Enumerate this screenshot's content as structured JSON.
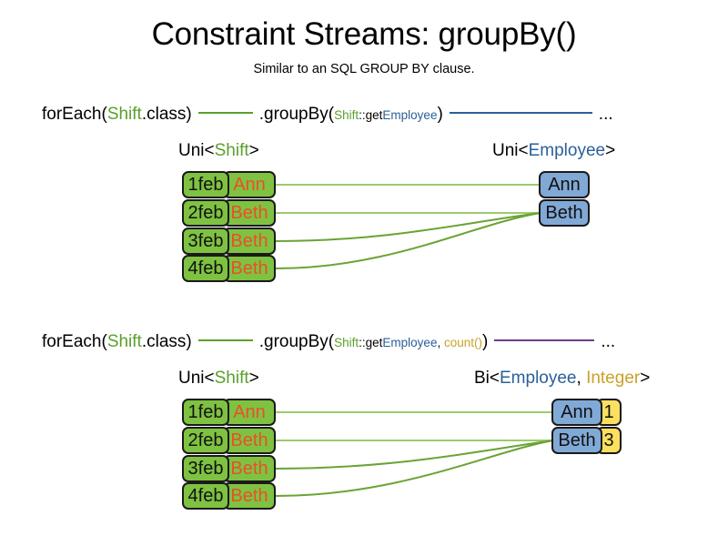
{
  "header": {
    "title": "Constraint Streams: groupBy()",
    "subtitle": "Similar to an SQL GROUP BY clause."
  },
  "colors": {
    "shift_green": "#5AA02C",
    "employee_blue": "#2A6099",
    "count_gold": "#C9A227",
    "link_green": "#6AA335",
    "link_purple": "#6B3F8C",
    "box_green": "#7FC242",
    "box_blue": "#81A9D6",
    "box_yellow": "#FBE05F",
    "name_orange": "#E8502A",
    "box_border": "#1A1A1A"
  },
  "sections": [
    {
      "id": "section-groupby",
      "code": {
        "for_each_prefix": "forEach(",
        "for_each_type": "Shift",
        "for_each_suffix": ".class)",
        "group_by_prefix": ".groupBy(",
        "group_by_ref_owner": "Shift",
        "group_by_ref_sep": "::get",
        "group_by_ref_prop": "Employee",
        "group_by_suffix": ")",
        "ellipsis": "..."
      },
      "left_label": {
        "prefix": "Uni<",
        "type": "Shift",
        "suffix": ">"
      },
      "right_label": {
        "prefix": "Uni<",
        "type": "Employee",
        "suffix": ">"
      },
      "left_rows": [
        {
          "date": "1feb",
          "name": "Ann"
        },
        {
          "date": "2feb",
          "name": "Beth"
        },
        {
          "date": "3feb",
          "name": "Beth"
        },
        {
          "date": "4feb",
          "name": "Beth"
        }
      ],
      "right_rows": [
        {
          "employee": "Ann"
        },
        {
          "employee": "Beth"
        }
      ]
    },
    {
      "id": "section-groupby-count",
      "code": {
        "for_each_prefix": "forEach(",
        "for_each_type": "Shift",
        "for_each_suffix": ".class)",
        "group_by_prefix": ".groupBy(",
        "group_by_ref_owner": "Shift",
        "group_by_ref_sep": "::get",
        "group_by_ref_prop": "Employee",
        "group_by_comma": ", ",
        "group_by_collector": "count()",
        "group_by_suffix": ")",
        "ellipsis": "..."
      },
      "left_label": {
        "prefix": "Uni<",
        "type": "Shift",
        "suffix": ">"
      },
      "right_label": {
        "prefix": "Bi<",
        "type": "Employee",
        "separator": ", ",
        "type2": "Integer",
        "suffix": ">"
      },
      "left_rows": [
        {
          "date": "1feb",
          "name": "Ann"
        },
        {
          "date": "2feb",
          "name": "Beth"
        },
        {
          "date": "3feb",
          "name": "Beth"
        },
        {
          "date": "4feb",
          "name": "Beth"
        }
      ],
      "right_rows": [
        {
          "employee": "Ann",
          "count": "1"
        },
        {
          "employee": "Beth",
          "count": "3"
        }
      ]
    }
  ]
}
